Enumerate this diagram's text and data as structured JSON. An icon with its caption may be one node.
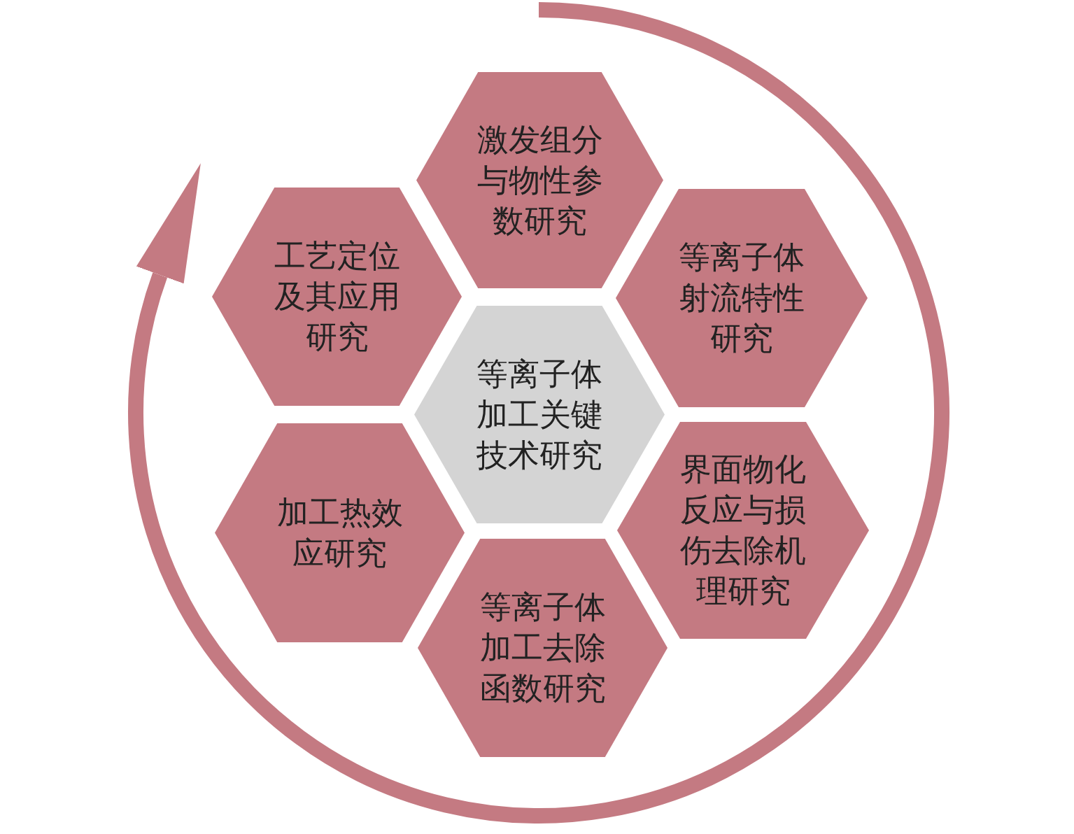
{
  "diagram": {
    "nodes": [
      {
        "text": [
          "激发组分与物性参数研究"
        ]
      },
      {
        "text": [
          "工艺定位及其应用研究"
        ]
      },
      {
        "text": [
          "等离子体射流特性研究"
        ]
      },
      {
        "text": [
          "等离子体加工关键技术研究"
        ]
      },
      {
        "text": [
          "加工热效应研究"
        ]
      },
      {
        "text": [
          "界面物化反应与损伤去除机理研究"
        ]
      },
      {
        "text": [
          "等离子体加工去除函数研究"
        ]
      }
    ],
    "edges": []
  }
}
